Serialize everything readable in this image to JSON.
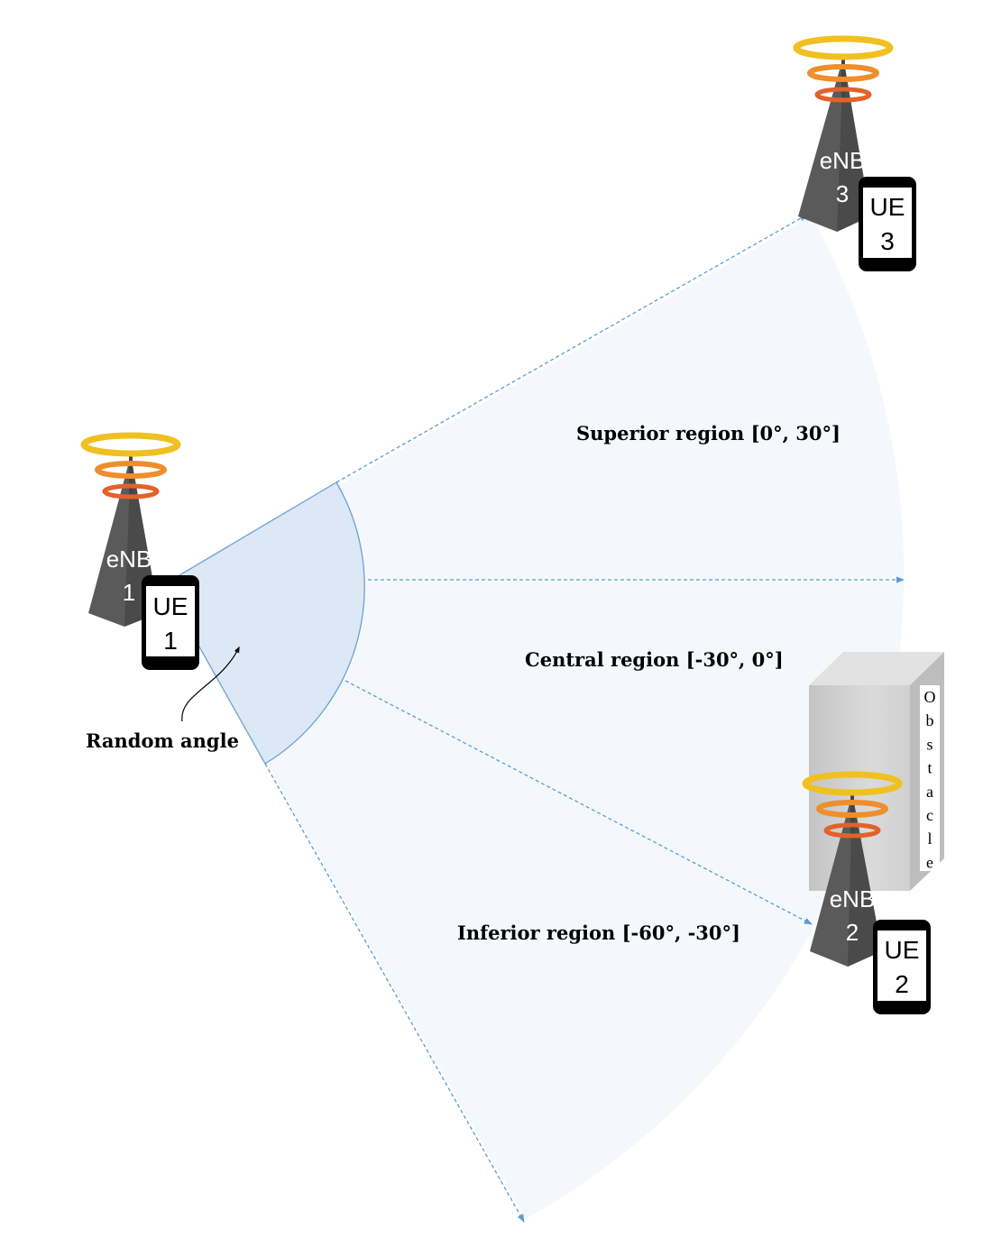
{
  "regions": {
    "superior": "Superior region  [0°, 30°]",
    "central": "Central region  [-30°, 0°]",
    "inferior": "Inferior region  [-60°, -30°]"
  },
  "random_angle": "Random angle",
  "obstacle": {
    "letters": [
      "O",
      "b",
      "s",
      "t",
      "a",
      "c",
      "l",
      "e"
    ]
  },
  "stations": {
    "enb1": {
      "line1": "eNB",
      "line2": "1"
    },
    "enb2": {
      "line1": "eNB",
      "line2": "2"
    },
    "enb3": {
      "line1": "eNB",
      "line2": "3"
    }
  },
  "ues": {
    "ue1": {
      "line1": "UE",
      "line2": "1"
    },
    "ue2": {
      "line1": "UE",
      "line2": "2"
    },
    "ue3": {
      "line1": "UE",
      "line2": "3"
    }
  },
  "colors": {
    "sector_fill": "#f4f8fc",
    "arc_fill": "#dce8f5",
    "arc_stroke": "#6fa0d0",
    "arrow": "#5b9bd5",
    "tower": "#5f5f5f",
    "ring_gold": "#f2c21b",
    "ring_orange": "#ee8f2a",
    "ring_red": "#e0622a",
    "obstacle": "#cfcfcf"
  }
}
